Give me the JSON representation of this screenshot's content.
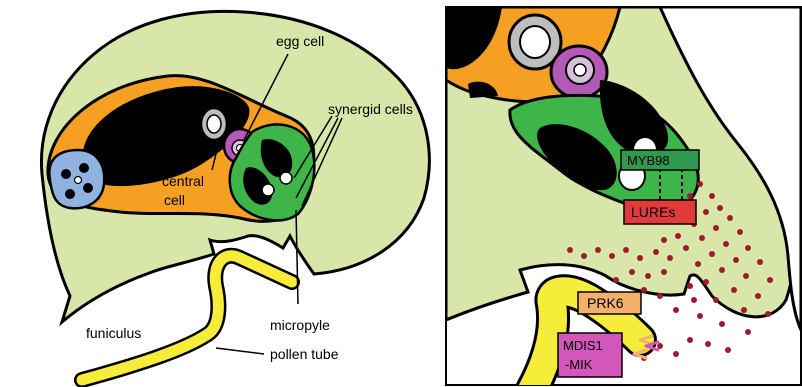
{
  "labels": {
    "egg_cell": "egg cell",
    "synergid_cells": "synergid cells",
    "central_cell_line1": "central",
    "central_cell_line2": "cell",
    "funiculus": "funiculus",
    "micropyle": "micropyle",
    "pollen_tube": "pollen tube"
  },
  "boxes": {
    "myb98": "MYB98",
    "lures": "LUREs",
    "prk6": "PRK6",
    "mdis1_line1": "MDIS1",
    "mdis1_line2": "-MIK"
  },
  "colors": {
    "tissue": "#d8e7a9",
    "central_cell": "#f5a023",
    "egg_cell": "#b559b7",
    "synergid": "#3eb549",
    "antipodal": "#8fb2e0",
    "pollen_tube": "#f5ed3a",
    "lure_dots": "#9e1a2e",
    "lures_box": "#e2393a",
    "myb98_box": "#2f9a4f",
    "prk6_box": "#f4b16c",
    "mdis_box": "#d357b8"
  }
}
